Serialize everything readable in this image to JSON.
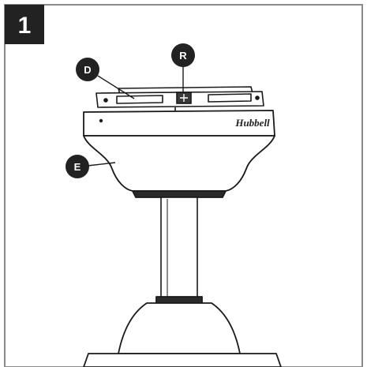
{
  "step": {
    "number": "1"
  },
  "callouts": {
    "d": "D",
    "r": "R",
    "e": "E"
  },
  "brand_mark": "Hubbell",
  "colors": {
    "frame": "#8a8a8a",
    "badge": "#222222",
    "callout": "#222222",
    "line": "#1a1a1a"
  }
}
